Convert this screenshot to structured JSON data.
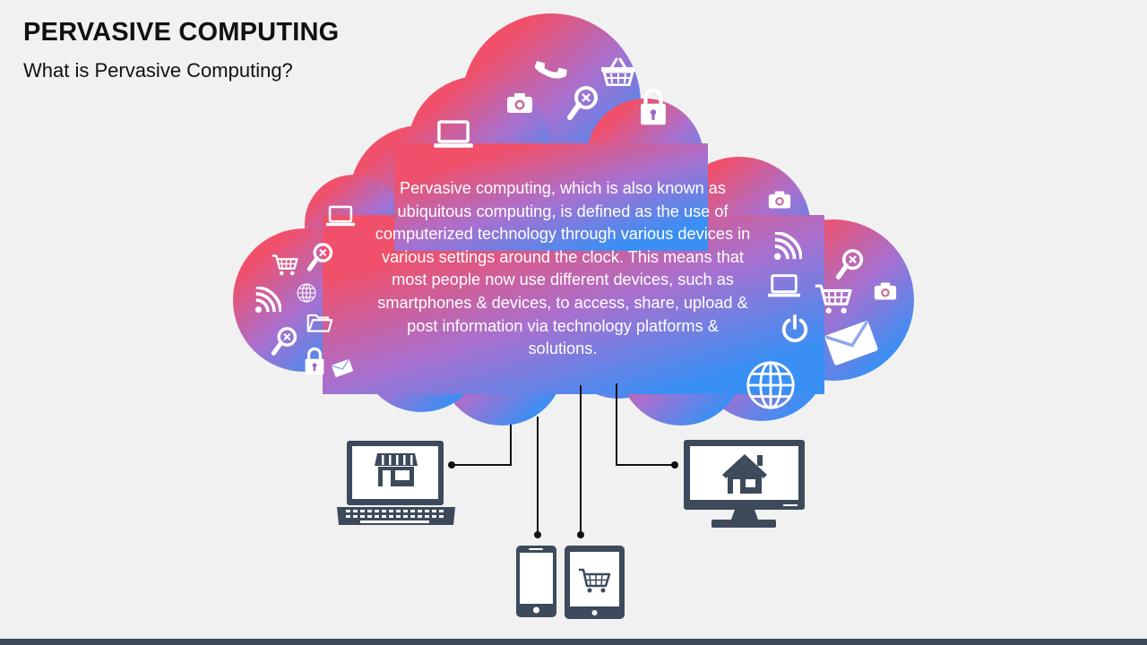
{
  "slide": {
    "title": "PERVASIVE COMPUTING",
    "subtitle": "What is Pervasive Computing?"
  },
  "cloud": {
    "description": "Pervasive computing, which is also known as ubiquitous computing, is defined as the use of computerized technology through various devices in various settings around the clock. This means that most people now use different devices, such as smartphones & devices, to access, share, upload & post information via technology platforms & solutions.",
    "gradient_colors": [
      "#f0506a",
      "#a36fd1",
      "#3a8ff4"
    ],
    "icons": [
      "phone-icon",
      "basket-icon",
      "camera-icon",
      "search-icon",
      "lock-icon",
      "laptop-icon",
      "wifi-icon",
      "cart-icon",
      "globe-icon",
      "folder-icon",
      "mail-icon",
      "power-icon"
    ]
  },
  "devices": [
    "laptop-store",
    "smartphone",
    "tablet-cart",
    "monitor-home"
  ],
  "colors": {
    "device": "#3d4a5c",
    "connector": "#111111",
    "bottom_bar": "#3d4a5c"
  }
}
